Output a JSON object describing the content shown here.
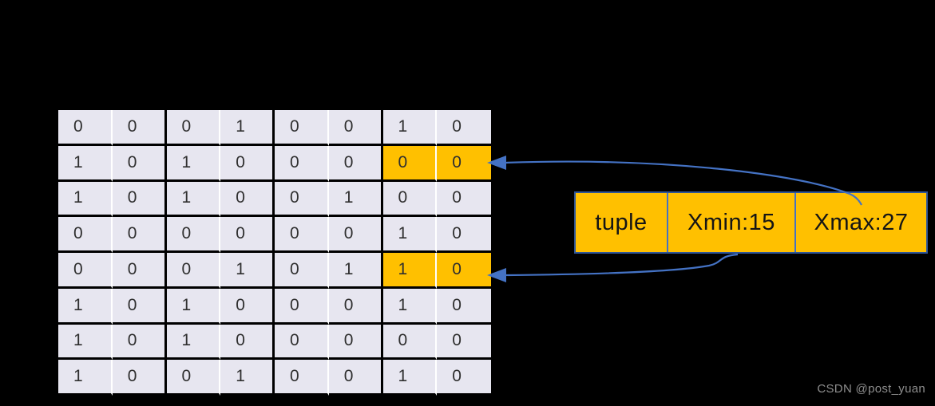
{
  "colors": {
    "background": "#000000",
    "cell_bg": "#E7E6F0",
    "highlight": "#FFC000",
    "cell_divider_white": "#FFFFFF",
    "cell_border_black": "#000000",
    "digit_text": "#2F2F2F",
    "arrow_blue": "#4472C4",
    "tuple_box_border": "#2F5597",
    "watermark_gray": "#8E8E8E"
  },
  "matrix": {
    "rows": [
      [
        "0",
        "0",
        "0",
        "1",
        "0",
        "0",
        "1",
        "0"
      ],
      [
        "1",
        "0",
        "1",
        "0",
        "0",
        "0",
        "0",
        "0"
      ],
      [
        "1",
        "0",
        "1",
        "0",
        "0",
        "1",
        "0",
        "0"
      ],
      [
        "0",
        "0",
        "0",
        "0",
        "0",
        "0",
        "1",
        "0"
      ],
      [
        "0",
        "0",
        "0",
        "1",
        "0",
        "1",
        "1",
        "0"
      ],
      [
        "1",
        "0",
        "1",
        "0",
        "0",
        "0",
        "1",
        "0"
      ],
      [
        "1",
        "0",
        "1",
        "0",
        "0",
        "0",
        "0",
        "0"
      ],
      [
        "1",
        "0",
        "0",
        "1",
        "0",
        "0",
        "1",
        "0"
      ]
    ],
    "highlighted_cells": [
      {
        "row": 1,
        "cols": [
          6,
          7
        ]
      },
      {
        "row": 4,
        "cols": [
          6,
          7
        ]
      }
    ]
  },
  "tuple_box": {
    "cells": [
      "tuple",
      "Xmin:15",
      "Xmax:27"
    ]
  },
  "arrows": [
    {
      "from": "tuple-box-top",
      "to": "highlighted-cells-row-2"
    },
    {
      "from": "tuple-box-bottom",
      "to": "highlighted-cells-row-5"
    }
  ],
  "watermark": "CSDN @post_yuan"
}
